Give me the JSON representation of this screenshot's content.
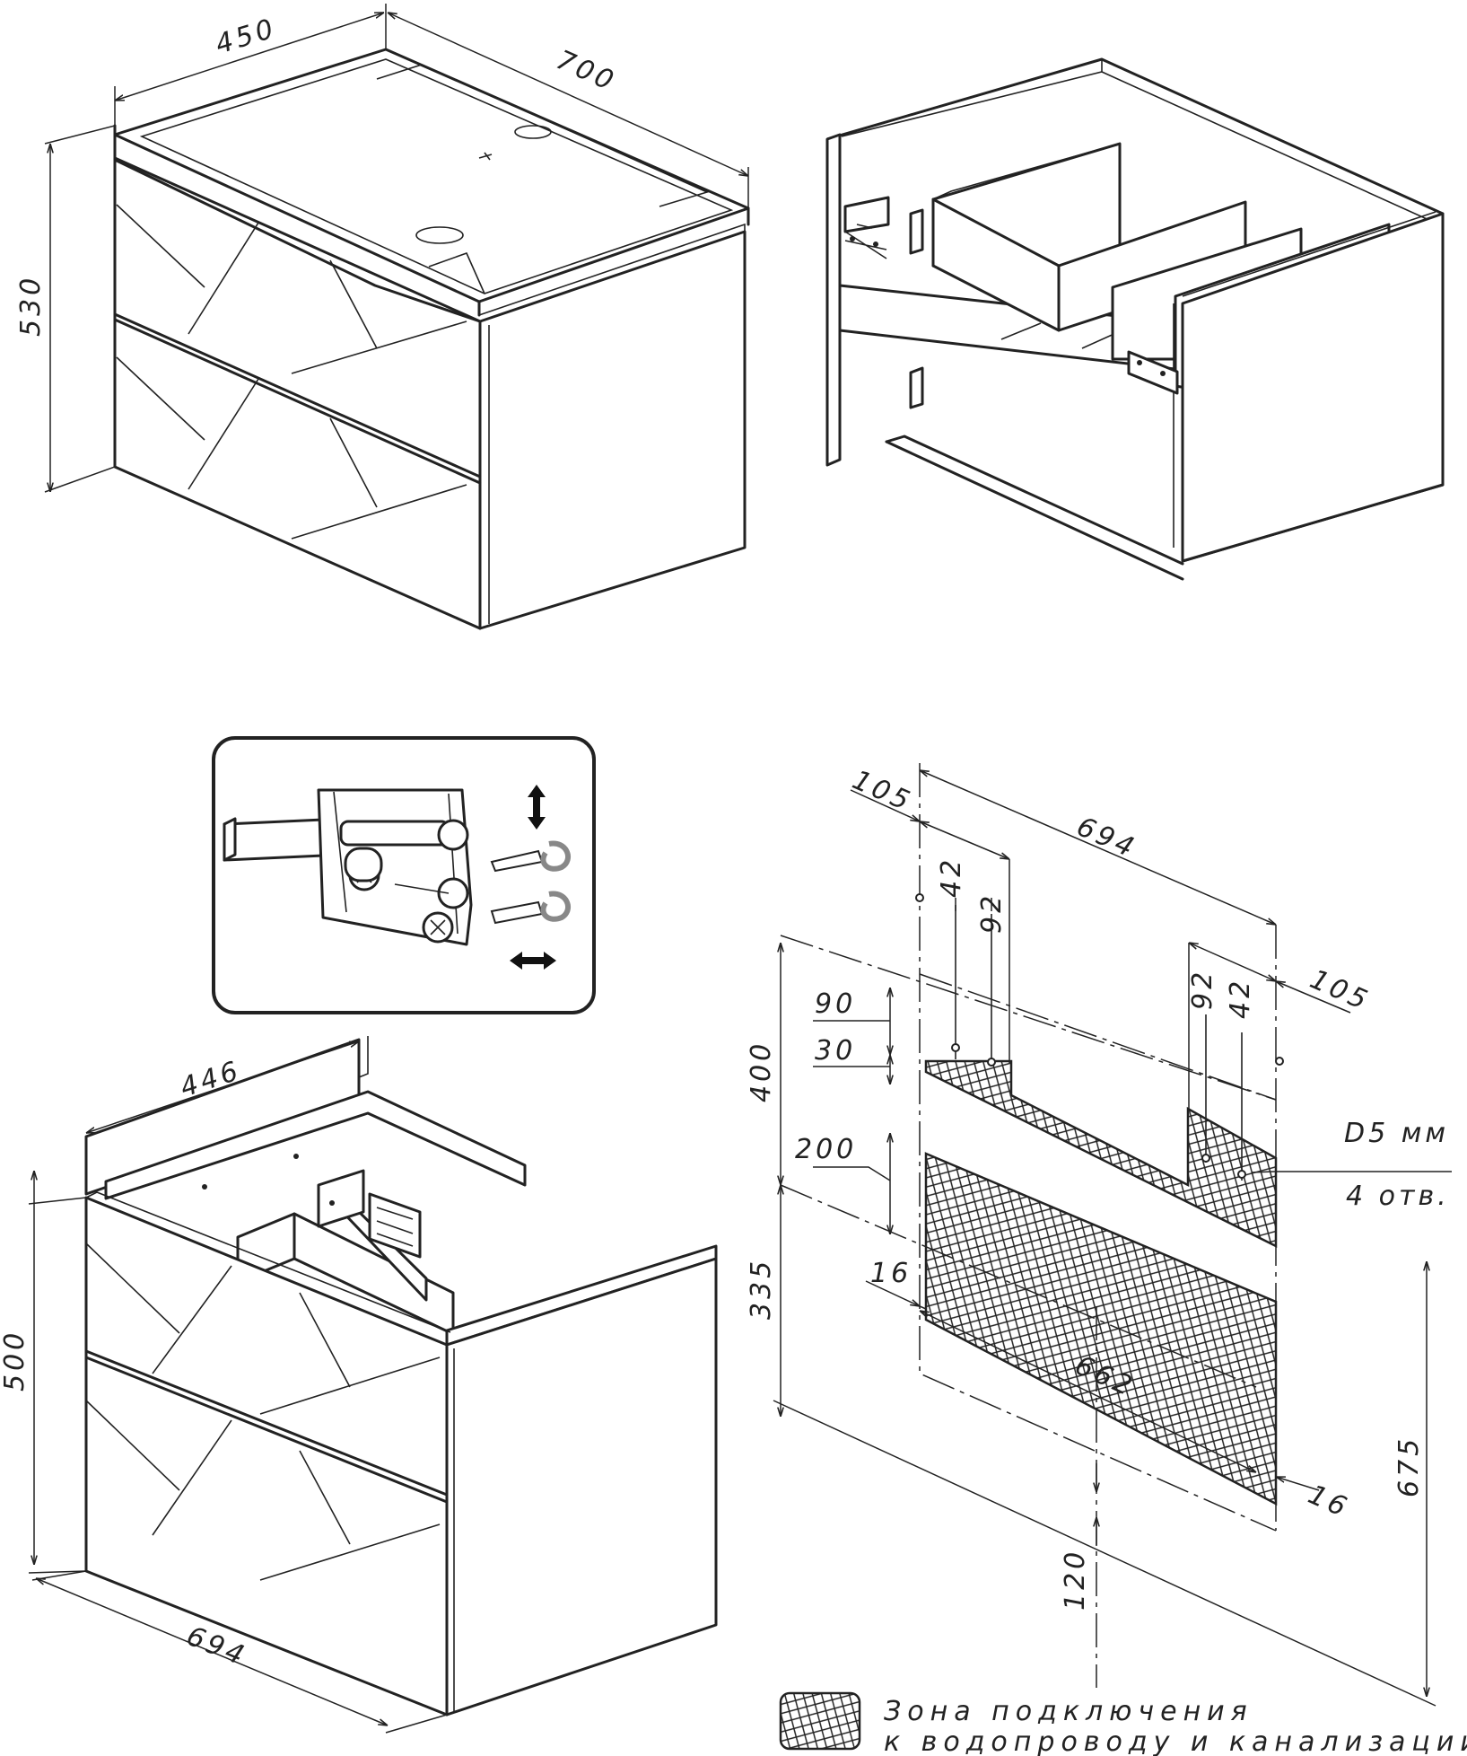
{
  "view_top_left": {
    "dim_depth": "450",
    "dim_width": "700",
    "dim_height": "530"
  },
  "view_bottom_left": {
    "dim_depth": "446",
    "dim_width": "694",
    "dim_height": "500"
  },
  "view_mounting": {
    "dim_offset_left": "105",
    "dim_overall_width": "694",
    "dim_hole_42_left": "42",
    "dim_hole_92_left": "92",
    "dim_hole_92_right": "92",
    "dim_hole_42_right": "42",
    "dim_offset_right": "105",
    "dim_90": "90",
    "dim_30": "30",
    "dim_400": "400",
    "dim_200": "200",
    "dim_335": "335",
    "dim_16_left": "16",
    "dim_662": "662",
    "dim_16_right": "16",
    "dim_675": "675",
    "dim_120": "120",
    "hole_spec_line1": "D5 мм",
    "hole_spec_line2": "4 отв."
  },
  "legend": {
    "line1": "Зона подключения",
    "line2": "к водопроводу и канализации"
  },
  "colors": {
    "line": "#222222",
    "background": "#ffffff"
  },
  "icons": [
    "up-down-arrow-icon",
    "left-right-arrow-icon",
    "rotate-arrow-icon",
    "screwdriver-icon"
  ]
}
